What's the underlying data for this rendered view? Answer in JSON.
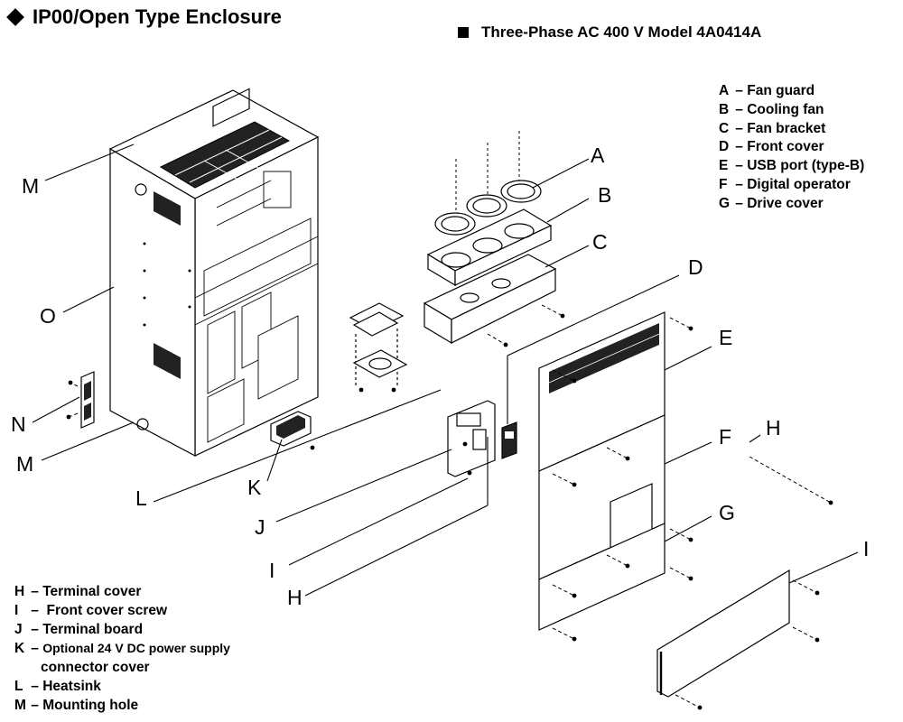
{
  "title": "IP00/Open Type Enclosure",
  "model": "Three-Phase AC 400 V Model 4A0414A",
  "legend_right": [
    {
      "key": "A",
      "desc": "Fan guard"
    },
    {
      "key": "B",
      "desc": "Cooling fan"
    },
    {
      "key": "C",
      "desc": "Fan bracket"
    },
    {
      "key": "D",
      "desc": "Front cover"
    },
    {
      "key": "E",
      "desc": "USB port (type-B)"
    },
    {
      "key": "F",
      "desc": "Digital operator"
    },
    {
      "key": "G",
      "desc": "Drive cover"
    }
  ],
  "legend_left": [
    {
      "key": "H",
      "desc": "Terminal cover"
    },
    {
      "key": "I",
      "desc": "Front cover screw"
    },
    {
      "key": "J",
      "desc": "Terminal board"
    },
    {
      "key": "K",
      "desc": "Optional 24 V DC power supply",
      "cont": "connector cover"
    },
    {
      "key": "L",
      "desc": "Heatsink"
    },
    {
      "key": "M",
      "desc": "Mounting hole"
    }
  ],
  "callouts": {
    "A": "A",
    "B": "B",
    "C": "C",
    "D": "D",
    "E": "E",
    "F": "F",
    "G": "G",
    "H_right": "H",
    "I_right": "I",
    "M_top": "M",
    "O": "O",
    "N": "N",
    "M_bottom": "M",
    "L": "L",
    "K": "K",
    "J": "J",
    "I_mid": "I",
    "H_mid": "H"
  }
}
